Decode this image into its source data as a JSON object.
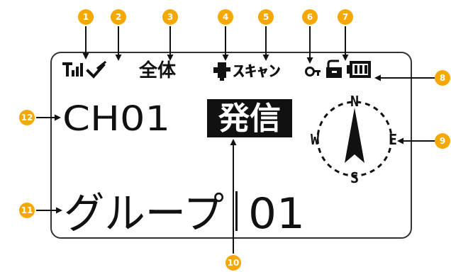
{
  "callouts": [
    "1",
    "2",
    "3",
    "4",
    "5",
    "6",
    "7",
    "8",
    "9",
    "10",
    "11",
    "12"
  ],
  "colors": {
    "callout": "#f5a800",
    "ink": "#111111",
    "panel_border": "#333333",
    "background": "#ffffff"
  },
  "display": {
    "group_all_label": "全体",
    "scan_label": "ｽｷｬﾝ",
    "channel": "CH01",
    "transmit_label": "発信",
    "group_name": "グループ",
    "group_number": "01"
  },
  "compass": {
    "north": "N",
    "south": "S",
    "east": "E",
    "west": "W"
  },
  "icons": {
    "signal": "signal-strength-icon",
    "check": "check-icon",
    "person": "person-icon",
    "key": "key-icon",
    "lock": "lock-icon",
    "battery": "battery-icon",
    "compass": "compass-icon"
  },
  "battery_level": 0.75
}
